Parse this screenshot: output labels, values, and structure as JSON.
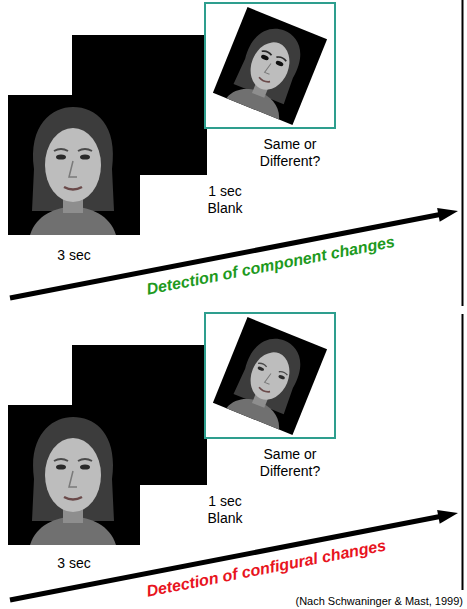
{
  "diagram": {
    "caption": "(Nach Schwaninger & Mast, 1999)",
    "nodes": [
      {
        "text": [
          "3 sec"
        ]
      },
      {
        "text": [
          "1 sec Blank"
        ]
      },
      {
        "text": [
          "Same or Different?"
        ]
      },
      {
        "text": [
          "3 sec"
        ]
      },
      {
        "text": [
          "1 sec Blank"
        ]
      },
      {
        "text": [
          "Same or Different?"
        ]
      }
    ],
    "labels": [
      "Detection of component changes",
      "Detection of configural changes"
    ]
  }
}
